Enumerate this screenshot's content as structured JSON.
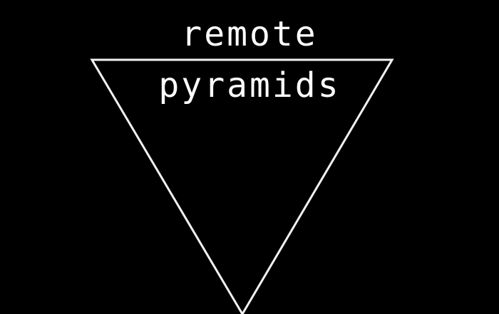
{
  "logo": {
    "line1": "remote",
    "line2": "pyramids",
    "stroke_color": "#ffffff",
    "background_color": "#000000",
    "shape": "inverted-triangle-outline"
  }
}
